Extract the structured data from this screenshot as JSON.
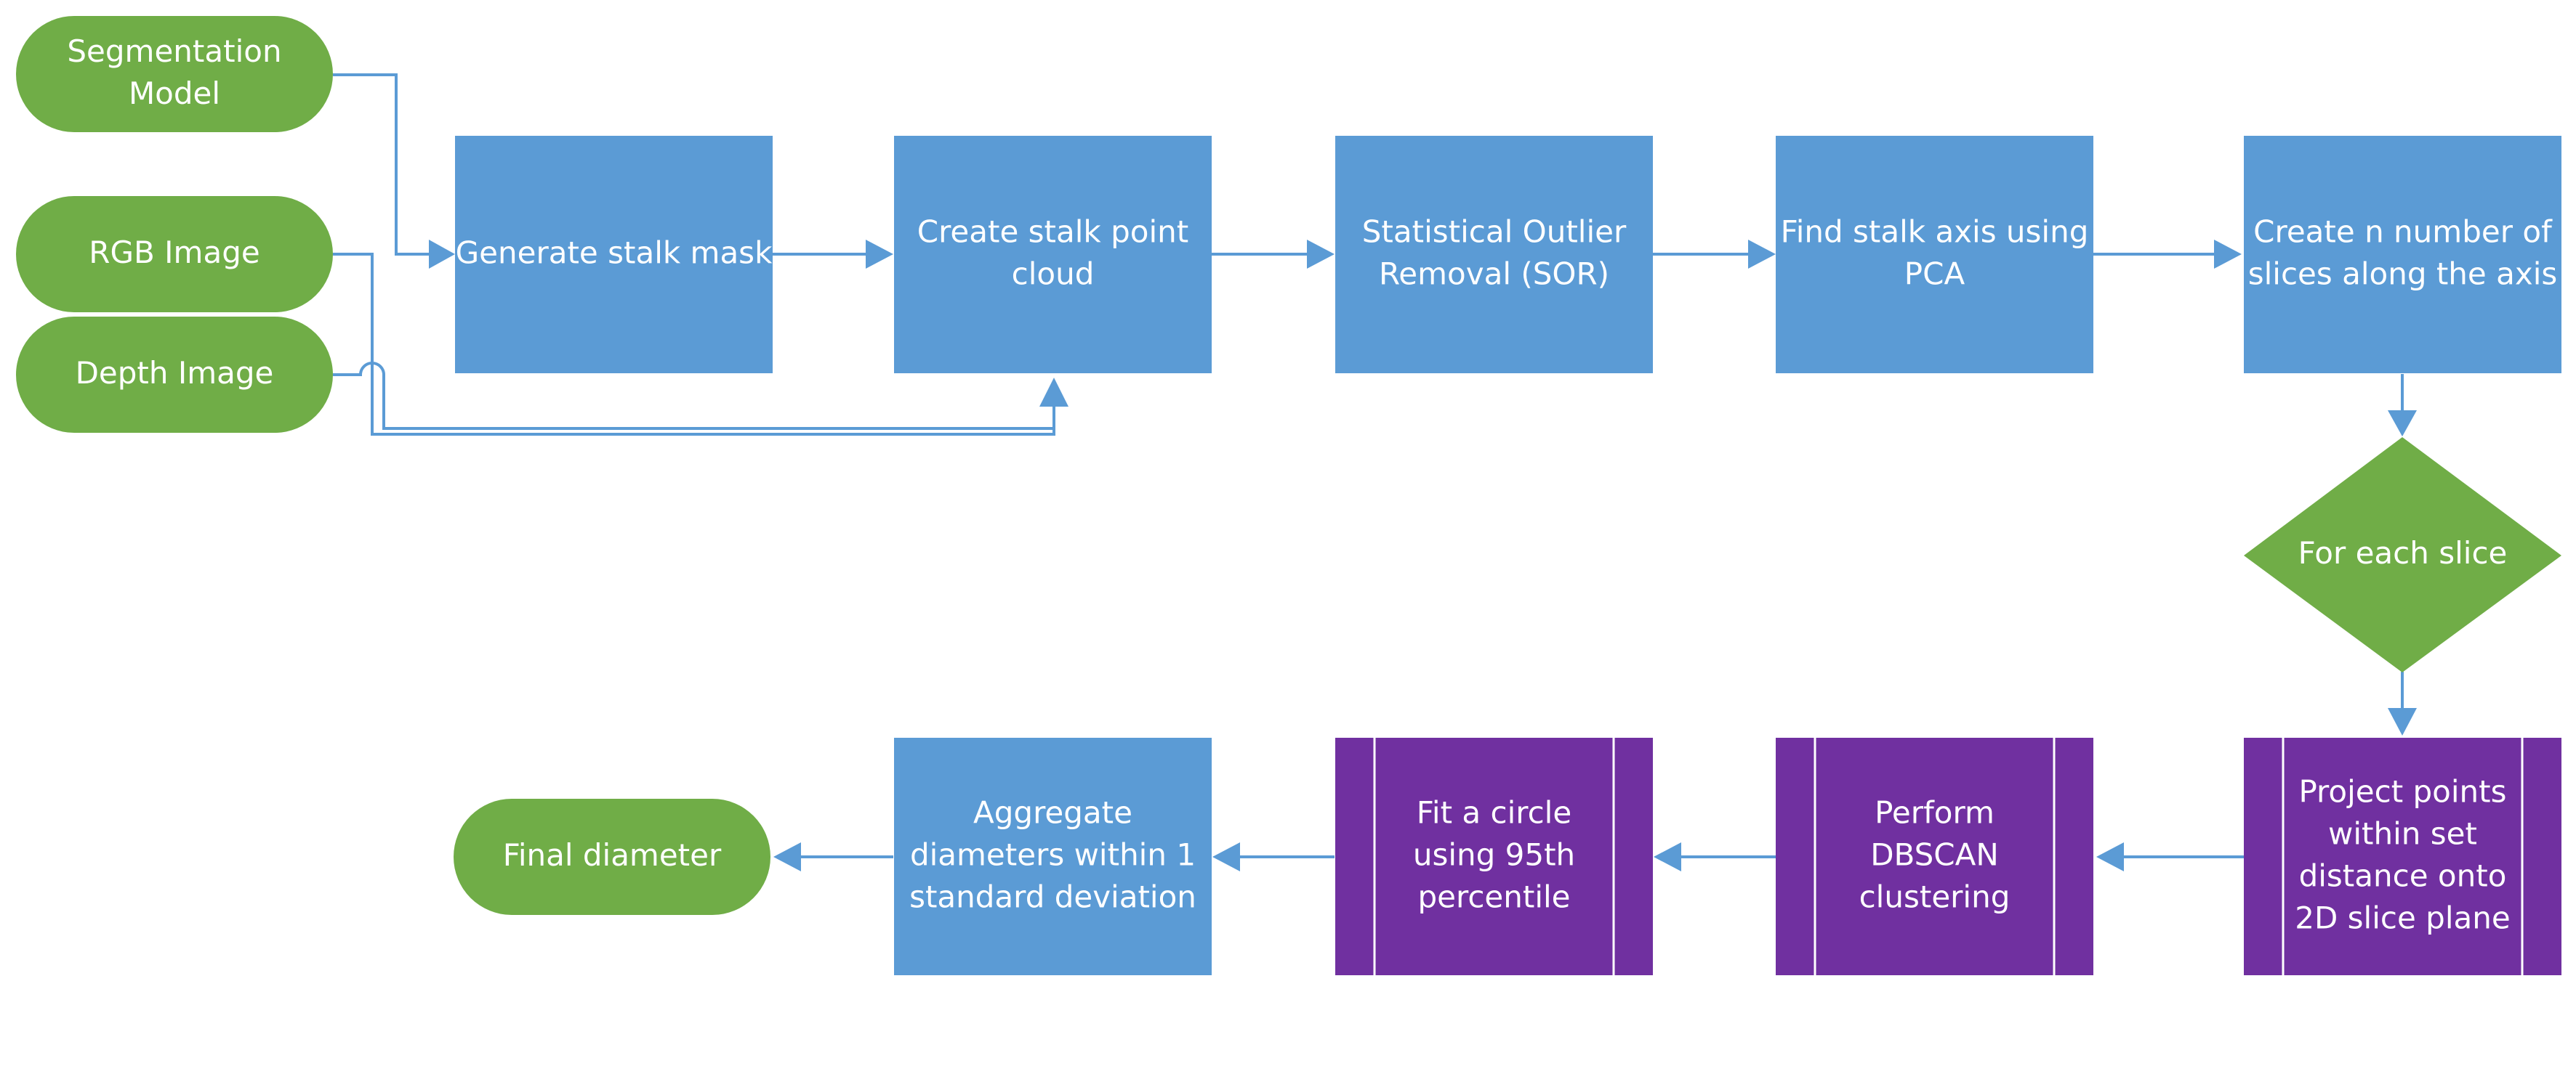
{
  "colors": {
    "terminal": "#70ad47",
    "process": "#5b9bd5",
    "predefined": "#7030a0",
    "decision": "#70ad47",
    "connector": "#5b9bd5",
    "text": "#ffffff",
    "background": "#ffffff"
  },
  "nodes": {
    "segmentation_model": {
      "lines": [
        "Segmentation",
        "Model"
      ]
    },
    "rgb_image": {
      "lines": [
        "RGB Image"
      ]
    },
    "depth_image": {
      "lines": [
        "Depth Image"
      ]
    },
    "generate_mask": {
      "lines": [
        "Generate stalk mask"
      ]
    },
    "create_point_cloud": {
      "lines": [
        "Create stalk point",
        "cloud"
      ]
    },
    "sor": {
      "lines": [
        "Statistical Outlier",
        "Removal (SOR)"
      ]
    },
    "find_axis": {
      "lines": [
        "Find stalk axis using",
        "PCA"
      ]
    },
    "create_slices": {
      "lines": [
        "Create n number of",
        "slices along the axis"
      ]
    },
    "for_each_slice": {
      "lines": [
        "For each slice"
      ]
    },
    "project_points": {
      "lines": [
        "Project points",
        "within set",
        "distance onto",
        "2D slice plane"
      ]
    },
    "dbscan": {
      "lines": [
        "Perform",
        "DBSCAN",
        "clustering"
      ]
    },
    "fit_circle": {
      "lines": [
        "Fit a circle",
        "using 95th",
        "percentile"
      ]
    },
    "aggregate": {
      "lines": [
        "Aggregate",
        "diameters within 1",
        "standard deviation"
      ]
    },
    "final_diameter": {
      "lines": [
        "Final diameter"
      ]
    }
  }
}
